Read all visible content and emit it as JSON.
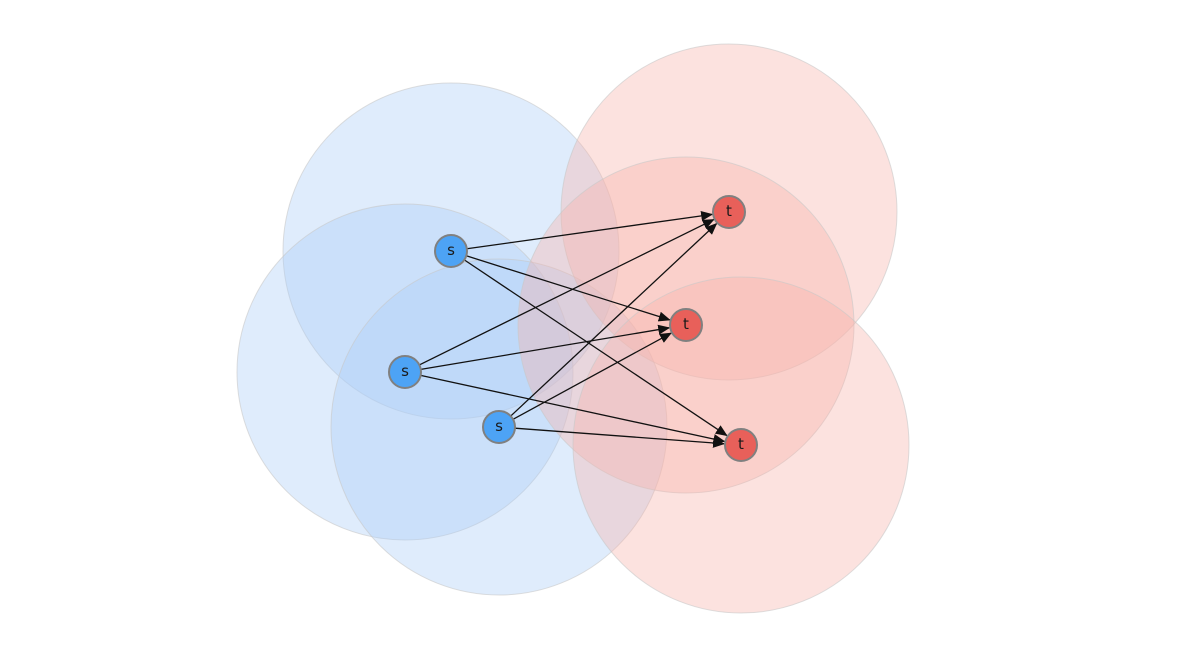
{
  "diagram": {
    "colors": {
      "source_node": "#4da3f5",
      "target_node": "#e8605a",
      "source_halo": "#aaccf7",
      "target_halo": "#f8b2ab",
      "edge": "#111111",
      "node_stroke": "#808080"
    },
    "nodes": [
      {
        "id": "s1",
        "label": "s",
        "kind": "source"
      },
      {
        "id": "s2",
        "label": "s",
        "kind": "source"
      },
      {
        "id": "s3",
        "label": "s",
        "kind": "source"
      },
      {
        "id": "t1",
        "label": "t",
        "kind": "target"
      },
      {
        "id": "t2",
        "label": "t",
        "kind": "target"
      },
      {
        "id": "t3",
        "label": "t",
        "kind": "target"
      }
    ],
    "edges": [
      [
        "s1",
        "t1"
      ],
      [
        "s1",
        "t2"
      ],
      [
        "s1",
        "t3"
      ],
      [
        "s2",
        "t1"
      ],
      [
        "s2",
        "t2"
      ],
      [
        "s2",
        "t3"
      ],
      [
        "s3",
        "t1"
      ],
      [
        "s3",
        "t2"
      ],
      [
        "s3",
        "t3"
      ]
    ]
  }
}
